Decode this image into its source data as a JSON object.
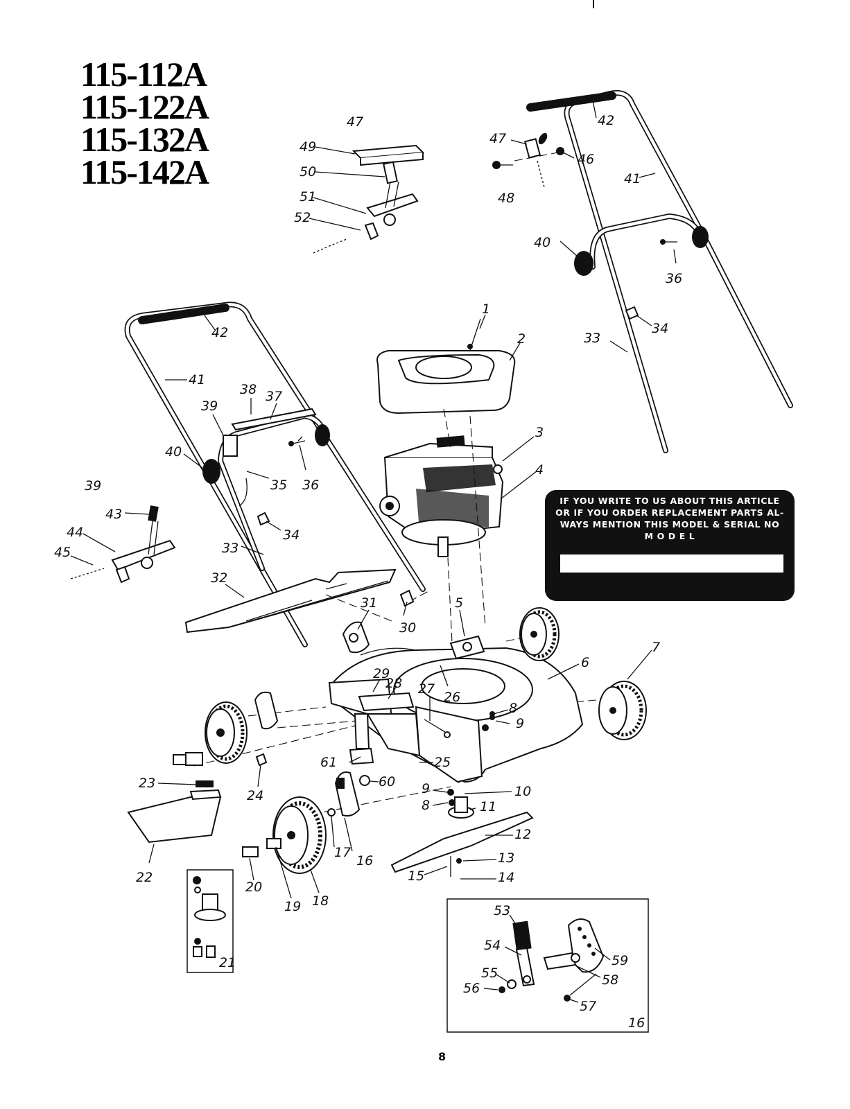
{
  "models": [
    "115-112A",
    "115-122A",
    "115-132A",
    "115-142A"
  ],
  "note_box": {
    "lines": [
      "IF YOU WRITE TO US ABOUT THIS ARTICLE",
      "OR IF YOU ORDER REPLACEMENT PARTS AL-",
      "WAYS MENTION THIS MODEL & SERIAL NO",
      "M O D E L"
    ],
    "model_field_value": ""
  },
  "part_labels": {
    "p1": "1",
    "p2": "2",
    "p3": "3",
    "p4": "4",
    "p5": "5",
    "p6": "6",
    "p7": "7",
    "p8a": "8",
    "p9a": "9",
    "p9b": "9",
    "p8b": "8",
    "p10": "10",
    "p11": "11",
    "p12": "12",
    "p13": "13",
    "p14": "14",
    "p15": "15",
    "p16": "16",
    "p17": "17",
    "p18": "18",
    "p19": "19",
    "p20": "20",
    "p21": "21",
    "p22": "22",
    "p23": "23",
    "p24": "24",
    "p25": "25",
    "p26": "26",
    "p27": "27",
    "p28": "28",
    "p29": "29",
    "p30": "30",
    "p31": "31",
    "p32": "32",
    "p33a": "33",
    "p33b": "33",
    "p34a": "34",
    "p34b": "34",
    "p35": "35",
    "p36a": "36",
    "p36b": "36",
    "p37": "37",
    "p38": "38",
    "p39a": "39",
    "p39b": "39",
    "p40a": "40",
    "p40b": "40",
    "p41a": "41",
    "p41b": "41",
    "p42a": "42",
    "p42b": "42",
    "p43": "43",
    "p44": "44",
    "p45": "45",
    "p46": "46",
    "p47a": "47",
    "p47b": "47",
    "p48": "48",
    "p49": "49",
    "p50": "50",
    "p51": "51",
    "p52": "52",
    "p53": "53",
    "p54": "54",
    "p55": "55",
    "p56": "56",
    "p57": "57",
    "p58": "58",
    "p59": "59",
    "p60": "60",
    "p61": "61",
    "p16box": "16"
  },
  "page_number": "8"
}
